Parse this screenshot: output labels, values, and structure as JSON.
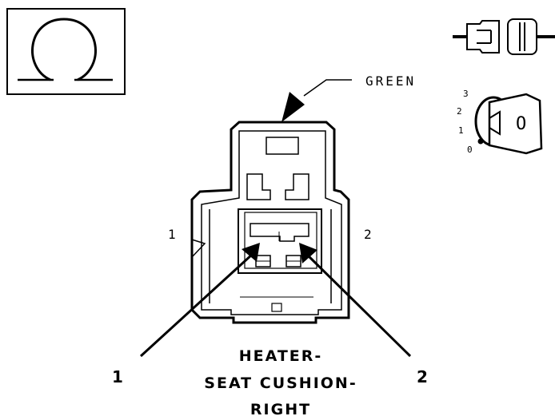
{
  "symbol_icon": "ohm-icon",
  "connector_color_label": "GREEN",
  "pin_side_labels": {
    "left": "1",
    "right": "2"
  },
  "callouts": {
    "left": "1",
    "right": "2"
  },
  "caption": {
    "line1": "HEATER-",
    "line2": "SEAT CUSHION-",
    "line3": "RIGHT"
  },
  "view_indicator": {
    "connector_icon": "connector-mating-icon",
    "key_icon": "ignition-key-icon",
    "positions": [
      "3",
      "2",
      "1",
      "0"
    ],
    "key_letter": "O"
  }
}
